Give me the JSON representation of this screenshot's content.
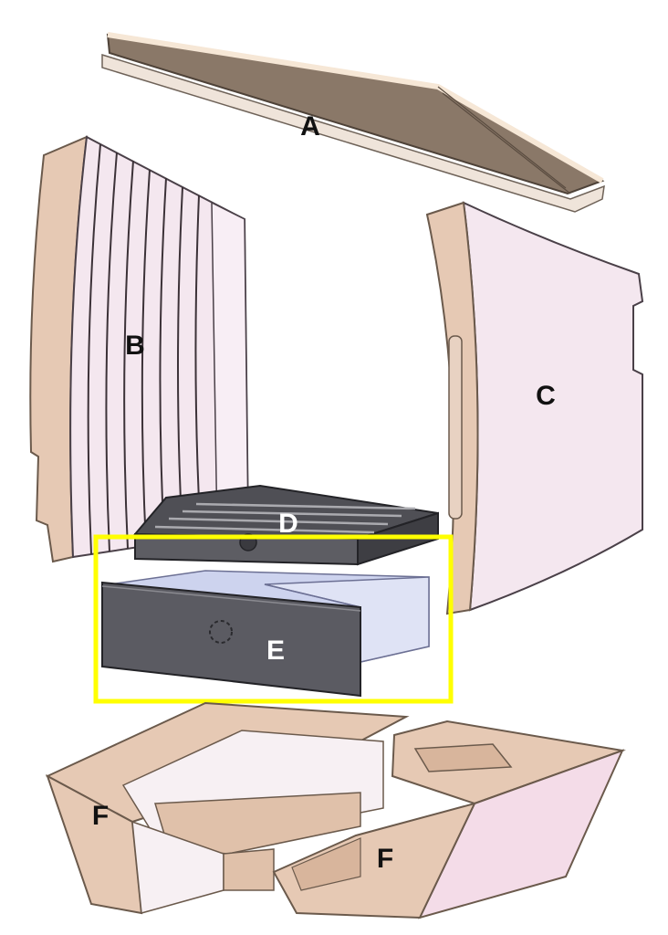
{
  "labels": {
    "a": "A",
    "b": "B",
    "c": "C",
    "d": "D",
    "e": "E",
    "f_left": "F",
    "f_right": "F"
  },
  "colors": {
    "brick_face": "#e6c9b4",
    "brick_shadow": "#d8b59c",
    "top_plate": "#8a7868",
    "panel_tint": "#f4e7ef",
    "grate": "#4f4f55",
    "drawer": "#5b5b62",
    "drawer_inner": "#cdd3ee",
    "highlight_box": "#ffff00"
  },
  "highlight": {
    "target": "E",
    "style": "yellow rectangle outline"
  }
}
